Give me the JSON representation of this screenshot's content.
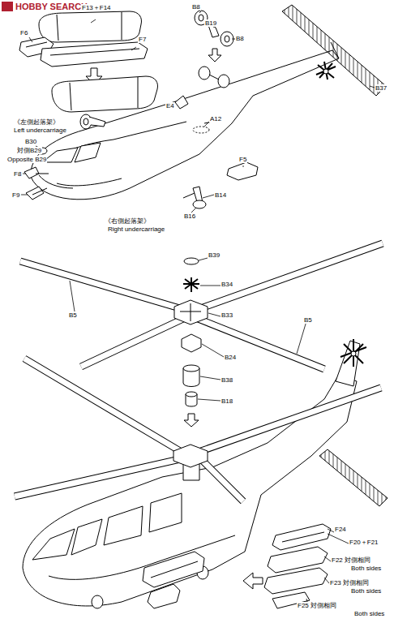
{
  "diagram": {
    "labels": [
      "HOBBY SEARCH",
      "F13＋F14",
      "F6",
      "F7",
      "B8",
      "B19",
      "B8",
      "B37",
      "E4",
      "A12",
      "《左側起落架》",
      "Left undercarriage",
      "B30",
      "対側B29",
      "Opposite B29",
      "F8",
      "F9",
      "B14",
      "F5",
      "B16",
      "《右側起落架》",
      "Right undercarriage",
      "B39",
      "B34",
      "B5",
      "B5",
      "B33",
      "B24",
      "B38",
      "B18",
      "F24",
      "F20＋F21",
      "F22 対側相同",
      "Both sides",
      "F23 対側相同",
      "Both sides",
      "F25 対側相同",
      "Both sides"
    ]
  }
}
